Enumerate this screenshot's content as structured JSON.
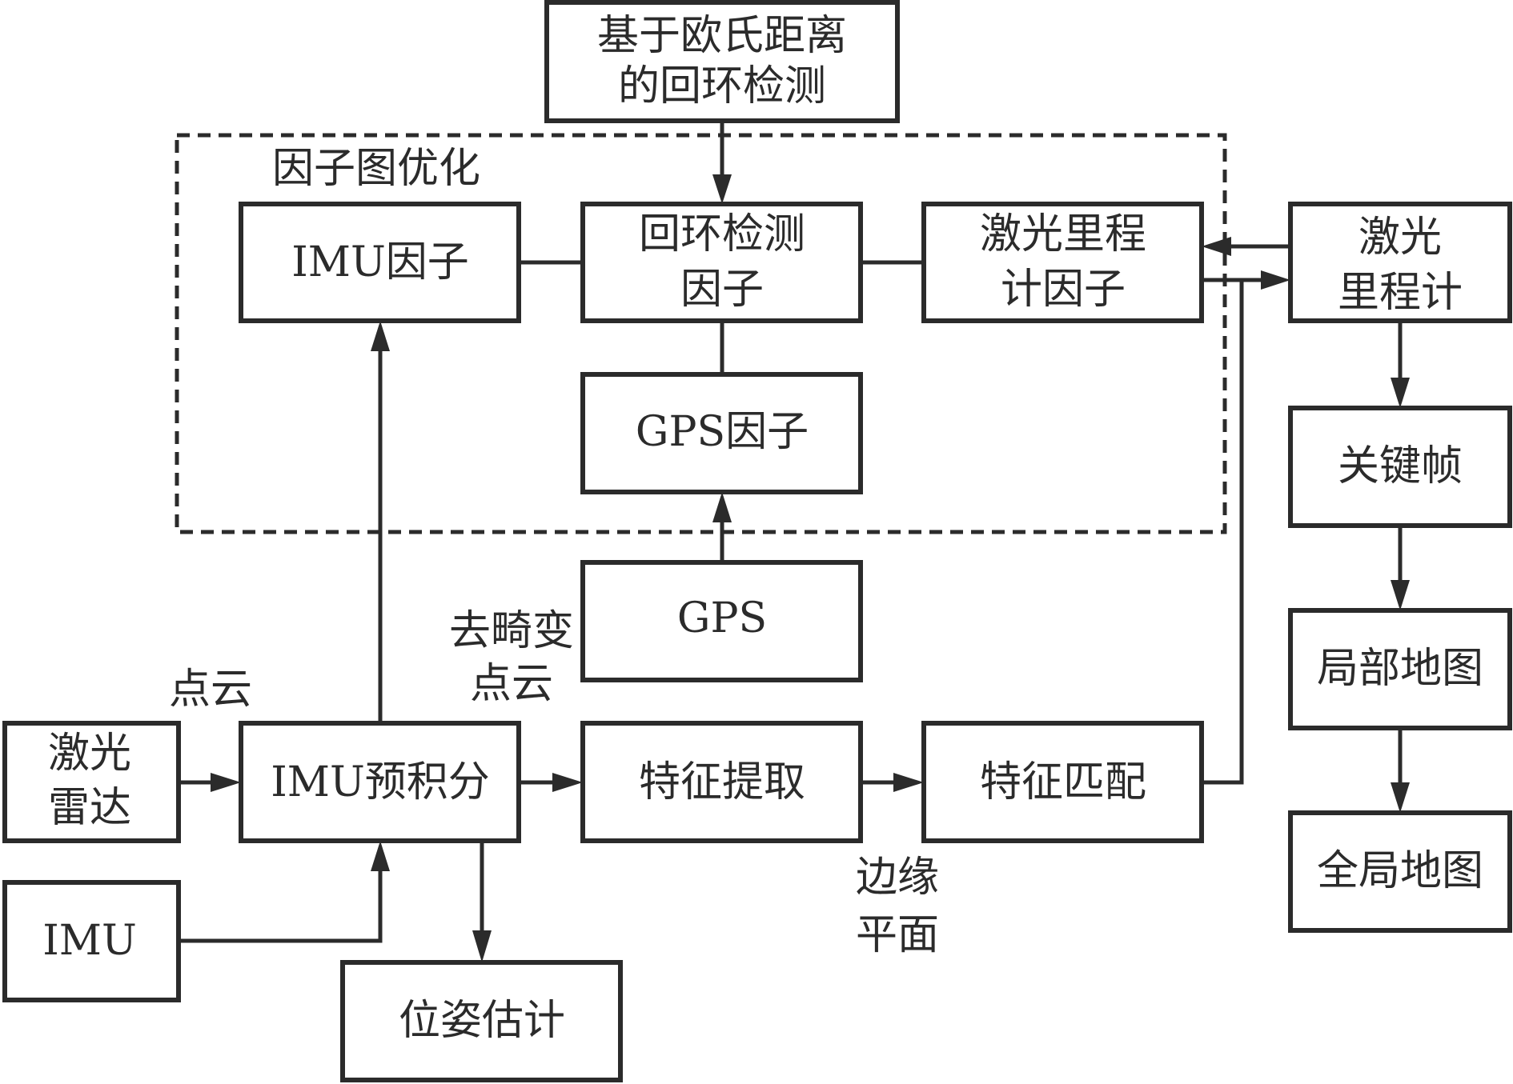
{
  "diagram": {
    "group_label": "因子图优化",
    "nodes": {
      "loop_closure_euclid": [
        "基于欧氏距离",
        "的回环检测"
      ],
      "imu_factor": [
        "IMU因子"
      ],
      "loop_factor": [
        "回环检测",
        "因子"
      ],
      "lidar_odom_factor": [
        "激光里程",
        "计因子"
      ],
      "lidar_odometry": [
        "激光",
        "里程计"
      ],
      "gps_factor": [
        "GPS因子"
      ],
      "gps": [
        "GPS"
      ],
      "lidar": [
        "激光",
        "雷达"
      ],
      "imu_preint": [
        "IMU预积分"
      ],
      "feature_extract": [
        "特征提取"
      ],
      "feature_match": [
        "特征匹配"
      ],
      "imu": [
        "IMU"
      ],
      "pose_estimation": [
        "位姿估计"
      ],
      "keyframe": [
        "关键帧"
      ],
      "local_map": [
        "局部地图"
      ],
      "global_map": [
        "全局地图"
      ]
    },
    "edge_labels": {
      "point_cloud": [
        "点云"
      ],
      "deskewed_point_cloud": [
        "去畸变",
        "点云"
      ],
      "edge_plane": [
        "边缘",
        "平面"
      ]
    }
  }
}
